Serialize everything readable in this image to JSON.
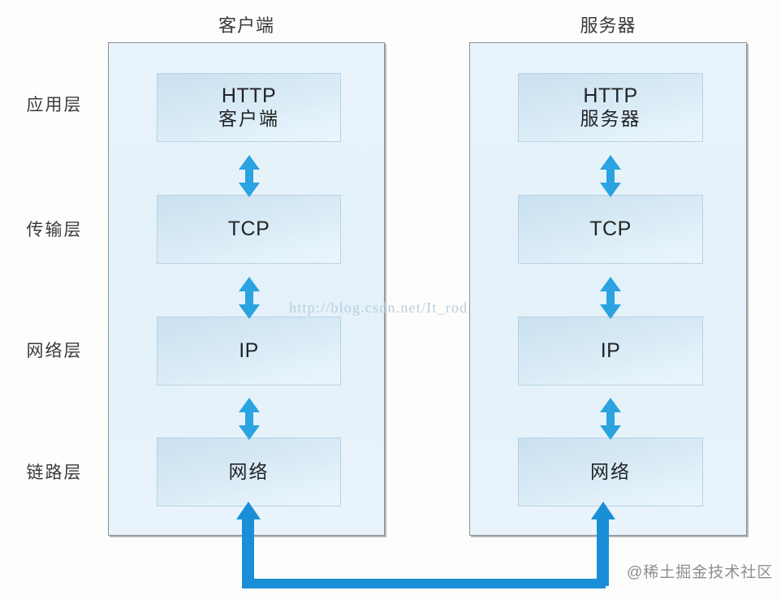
{
  "diagram": {
    "title_client": "客户端",
    "title_server": "服务器",
    "layer_labels": [
      {
        "key": "application",
        "label": "应用层"
      },
      {
        "key": "transport",
        "label": "传输层"
      },
      {
        "key": "network",
        "label": "网络层"
      },
      {
        "key": "link",
        "label": "链路层"
      }
    ],
    "client_stack": [
      {
        "key": "application",
        "primary": "HTTP",
        "secondary": "客户端"
      },
      {
        "key": "transport",
        "primary": "TCP",
        "secondary": ""
      },
      {
        "key": "network",
        "primary": "IP",
        "secondary": ""
      },
      {
        "key": "link",
        "primary": "",
        "secondary": "网络"
      }
    ],
    "server_stack": [
      {
        "key": "application",
        "primary": "HTTP",
        "secondary": "服务器"
      },
      {
        "key": "transport",
        "primary": "TCP",
        "secondary": ""
      },
      {
        "key": "network",
        "primary": "IP",
        "secondary": ""
      },
      {
        "key": "link",
        "primary": "",
        "secondary": "网络"
      }
    ],
    "connector": {
      "name": "physical-link",
      "from": "client-link-layer",
      "to": "server-link-layer",
      "direction": "bidirectional"
    },
    "arrows": {
      "name": "interlayer-double-arrow",
      "count_per_host": 3,
      "direction": "bidirectional"
    }
  },
  "watermarks": {
    "url": "http://blog.csdn.net/It_rod",
    "brand": "@稀土掘金技术社区"
  },
  "colors": {
    "accent_blue": "#1a8fd8",
    "arrow_blue": "#2aa3e0",
    "box_border": "#8d9195",
    "box_shadow": "#8c9296",
    "host_fill": "#e6f2fb",
    "proto_fill": "#d5e8f4",
    "text": "#3a3a3a",
    "watermark_url": "#b9cddd",
    "watermark_brand": "#8e8e8e"
  }
}
